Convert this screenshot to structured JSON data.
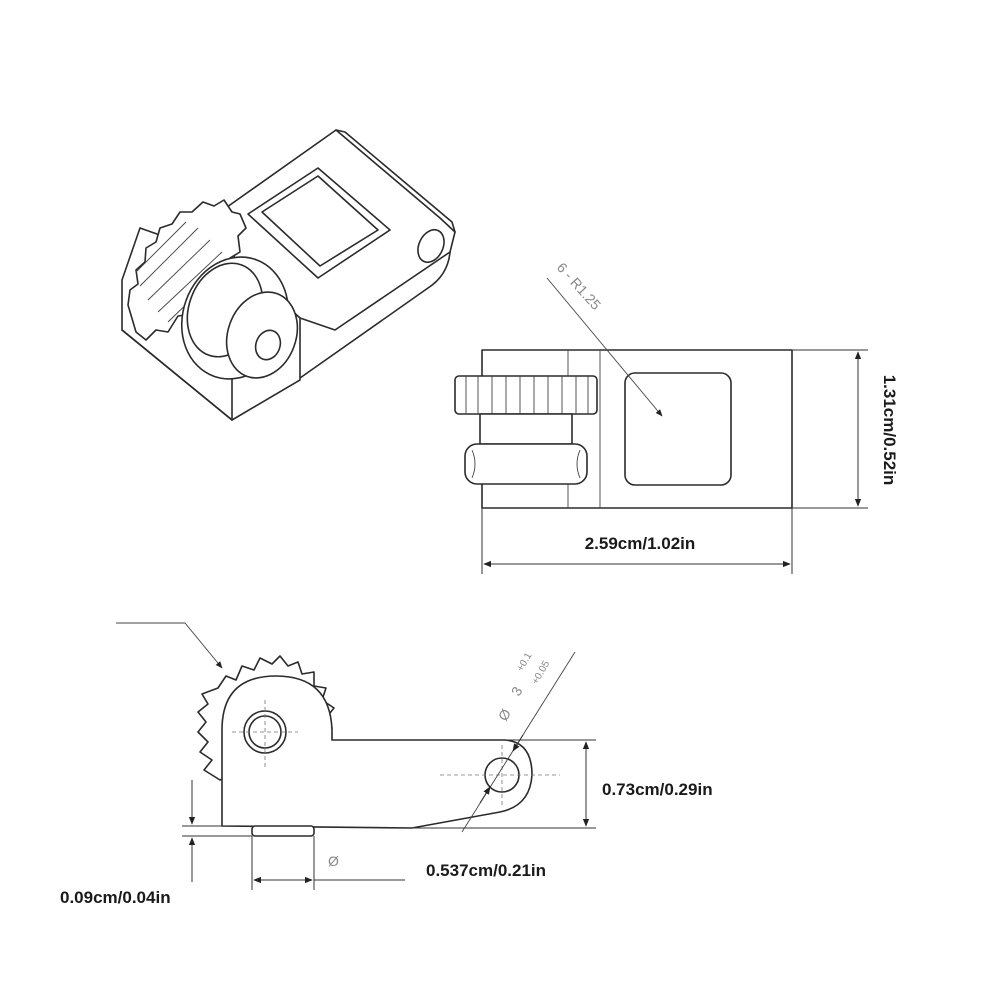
{
  "dimensions": {
    "width": "2.59cm/1.02in",
    "height": "1.31cm/0.52in",
    "side_height": "0.73cm/0.29in",
    "offset": "0.09cm/0.04in",
    "pulley_dia": "0.537cm/0.21in"
  },
  "annotations": {
    "radius": "6 - R1.25",
    "hole_dia": "3",
    "hole_tol_upper": "+0.1",
    "hole_tol_lower": "+0.05",
    "diameter_symbol": "Ø"
  },
  "colors": {
    "line": "#2b2b2b",
    "background": "#ffffff"
  }
}
